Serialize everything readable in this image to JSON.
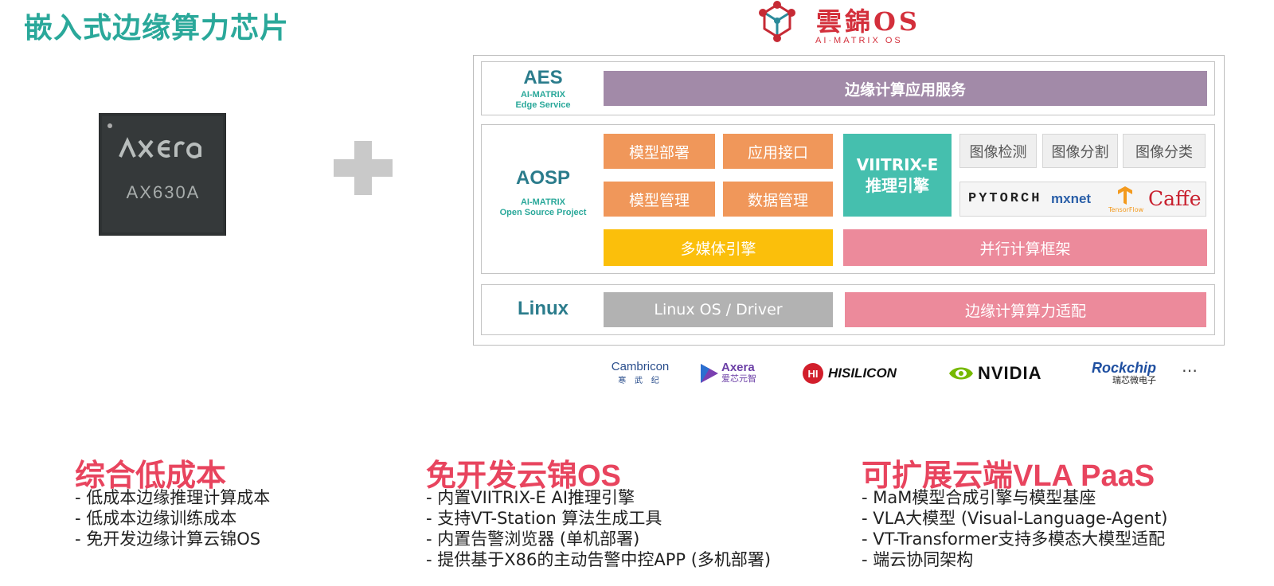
{
  "page_title": "嵌入式边缘算力芯片",
  "chip": {
    "brand": "Axera",
    "model": "AX630A"
  },
  "logo": {
    "name": "雲錦OS",
    "subtitle": "AI·MATRIX OS"
  },
  "architecture": {
    "aes": {
      "name": "AES",
      "sub1": "AI-MATRIX",
      "sub2": "Edge Service",
      "service": "边缘计算应用服务"
    },
    "aosp": {
      "name": "AOSP",
      "sub1": "AI-MATRIX",
      "sub2": "Open Source Project",
      "model_deploy": "模型部署",
      "app_interface": "应用接口",
      "model_manage": "模型管理",
      "data_manage": "数据管理",
      "engine_line1": "VIITRIX-E",
      "engine_line2": "推理引擎",
      "detection": "图像检测",
      "segmentation": "图像分割",
      "classification": "图像分类",
      "multimedia": "多媒体引擎",
      "parallel": "并行计算框架",
      "frameworks": {
        "pytorch": "PYTORCH",
        "mxnet": "mxnet",
        "tensorflow": "TensorFlow",
        "caffe": "Caffe"
      }
    },
    "linux": {
      "name": "Linux",
      "os_driver": "Linux OS / Driver",
      "adapt": "边缘计算算力适配"
    },
    "colors": {
      "purple": "#a28aa8",
      "orange": "#f0975a",
      "teal": "#45bfae",
      "yellow": "#fbbf0b",
      "pink": "#ec8a9b",
      "gray": "#b2b2b2"
    }
  },
  "vendors": {
    "cambricon": "Cambricon",
    "cambricon_cn": "寒 武 纪",
    "axera": "Axera",
    "axera_cn": "爱芯元智",
    "hisilicon": "HISILICON",
    "nvidia": "NVIDIA",
    "rockchip": "Rockchip",
    "rockchip_cn": "瑞芯微电子",
    "more": "…"
  },
  "sections": [
    {
      "title": "综合低成本",
      "items": [
        "- 低成本边缘推理计算成本",
        "- 低成本边缘训练成本",
        "- 免开发边缘计算云锦OS"
      ]
    },
    {
      "title": "免开发云锦OS",
      "items": [
        "- 内置VIITRIX-E AI推理引擎",
        "- 支持VT-Station 算法生成工具",
        "- 内置告警浏览器 (单机部署)",
        "- 提供基于X86的主动告警中控APP (多机部署)"
      ]
    },
    {
      "title": "可扩展云端VLA PaaS",
      "items": [
        "- MaM模型合成引擎与模型基座",
        "- VLA大模型 (Visual-Language-Agent)",
        "- VT-Transformer支持多模态大模型适配",
        "- 端云协同架构"
      ]
    }
  ]
}
